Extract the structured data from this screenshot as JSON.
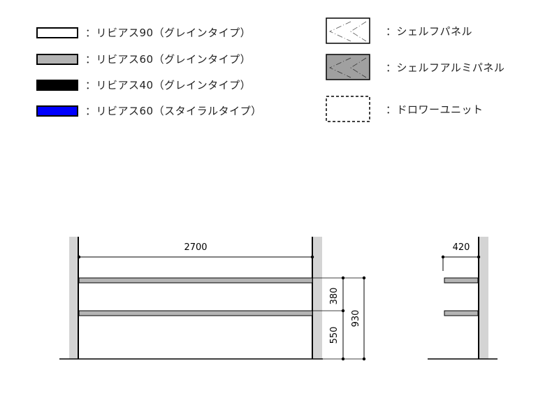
{
  "legend": {
    "left": [
      {
        "fill": "#ffffff",
        "label": "：リビアス90（グレインタイプ）"
      },
      {
        "fill": "#b4b4b4",
        "label": "：リビアス60（グレインタイプ）"
      },
      {
        "fill": "#000000",
        "label": "：リビアス40（グレインタイプ）"
      },
      {
        "fill": "#0000ff",
        "label": "：リビアス60（スタイラルタイプ）"
      }
    ],
    "right": [
      {
        "icon": "shelf-panel-icon",
        "fill": "#ffffff",
        "label": "：シェルフパネル"
      },
      {
        "icon": "shelf-aluminum-panel-icon",
        "fill": "#a0a0a0",
        "label": "：シェルフアルミパネル"
      },
      {
        "icon": "drawer-unit-icon",
        "fill": "#ffffff",
        "label": "：ドロワーユニット"
      }
    ]
  },
  "front_view": {
    "width_label": "2700",
    "gap_label": "380",
    "bottom_label": "550",
    "total_label": "930"
  },
  "side_view": {
    "depth_label": "420"
  },
  "colors": {
    "wall": "#d4d4d4",
    "shelf": "#b4b4b4",
    "line": "#000000"
  }
}
